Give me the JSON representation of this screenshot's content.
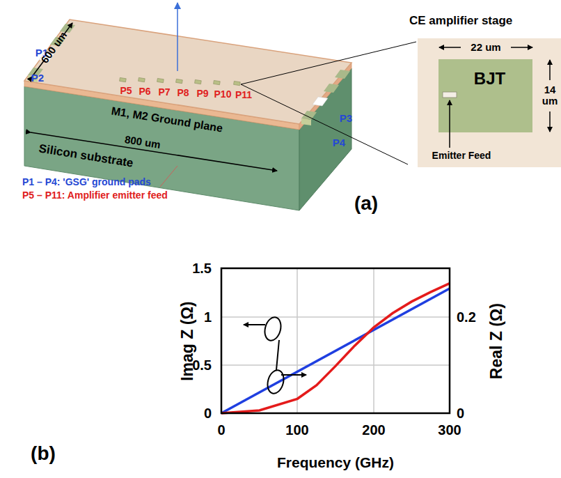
{
  "diagram": {
    "nodes": [
      {
        "text": [
          "CE amplifier stage"
        ]
      },
      {
        "text": [
          "BJT"
        ],
        "in": 0
      }
    ],
    "labels": [
      "P1",
      "P2",
      "P3",
      "P4",
      "P5",
      "P6",
      "P7",
      "P8",
      "P9",
      "P10",
      "P11",
      "600 um",
      "800 um",
      "M1, M2 Ground plane",
      "Silicon substrate",
      "P1 – P4: 'GSG' ground pads",
      "P5 – P11: Amplifier emitter feed",
      "(a)",
      "22 um",
      "14 um",
      "Emitter Feed",
      "Imag Z (Ω)",
      "Real Z (Ω)",
      "1.5",
      "1",
      "0.5",
      "0",
      "0.2",
      "0",
      "0",
      "100",
      "200",
      "300",
      "Frequency (GHz)",
      "(b)"
    ]
  }
}
